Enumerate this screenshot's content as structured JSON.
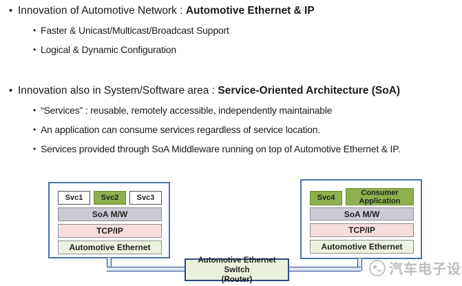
{
  "slide": {
    "bullets": [
      {
        "lead": "Innovation of Automotive Network : ",
        "emph": "Automotive Ethernet & IP",
        "subs": [
          "Faster & Unicast/Multicast/Broadcast Support",
          "Logical & Dynamic Configuration"
        ]
      },
      {
        "lead": "Innovation also in System/Software area : ",
        "emph": "Service-Oriented Architecture (SoA)",
        "subs": [
          "“Services” : reusable, remotely accessible, independently maintainable",
          "An application can consume services regardless of service location.",
          "Services provided through SoA Middleware running on top of Automotive Ethernet & IP."
        ]
      }
    ]
  },
  "diagram": {
    "left_node": {
      "services": [
        {
          "label": "Svc1",
          "variant": "plain"
        },
        {
          "label": "Svc2",
          "variant": "green"
        },
        {
          "label": "Svc3",
          "variant": "plain"
        }
      ],
      "layers": [
        "SoA M/W",
        "TCP/IP",
        "Automotive Ethernet"
      ]
    },
    "right_node": {
      "services": [
        {
          "label": "Svc4",
          "variant": "green"
        },
        {
          "label": "Consumer Application",
          "variant": "green"
        }
      ],
      "layers": [
        "SoA M/W",
        "TCP/IP",
        "Automotive Ethernet"
      ]
    },
    "switch": {
      "line1": "Automotive Ethernet Switch",
      "line2": "(Router)"
    }
  },
  "watermark": {
    "text": "汽车电子设计"
  },
  "colors": {
    "accent_green": "#8fb04e",
    "layer_soa": "#cbcbd7",
    "layer_tcp": "#f4dddc",
    "layer_eth": "#ecf2e0",
    "node_border": "#4a72a8",
    "switch_border": "#2b4a86",
    "connector": "#2b4a86",
    "watermark_gray": "#bdbdbd"
  }
}
